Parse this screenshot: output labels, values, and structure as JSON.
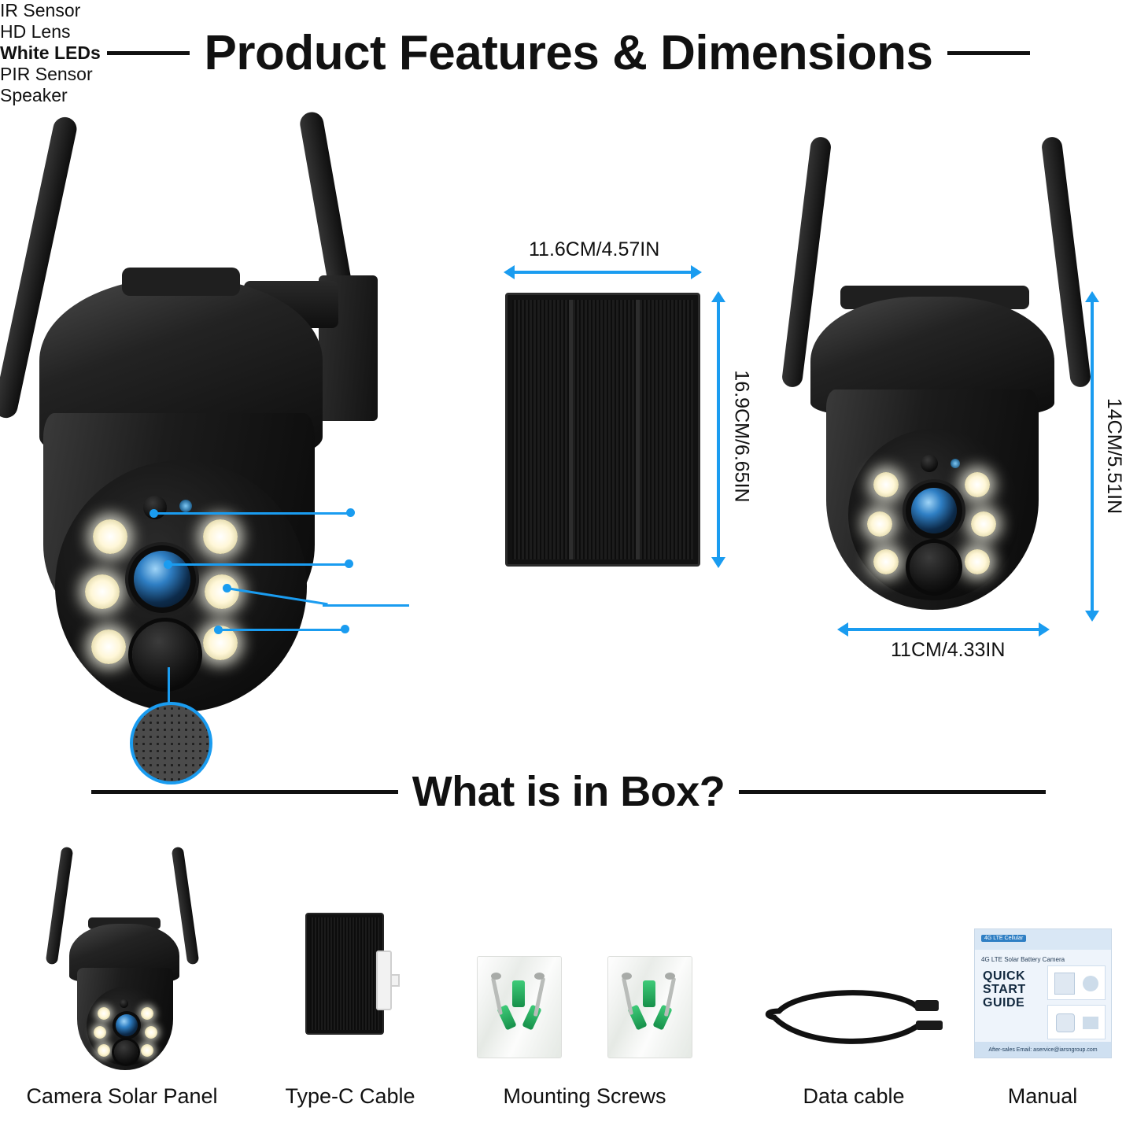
{
  "headings": {
    "features": "Product Features & Dimensions",
    "box": "What is in Box?"
  },
  "callouts": [
    {
      "id": "ir-sensor",
      "label": "IR Sensor",
      "bold": false
    },
    {
      "id": "hd-lens",
      "label": "HD Lens",
      "bold": false
    },
    {
      "id": "white-leds",
      "label": "White LEDs",
      "bold": true
    },
    {
      "id": "pir-sensor",
      "label": "PIR Sensor",
      "bold": false
    },
    {
      "id": "speaker",
      "label": "Speaker",
      "bold": false
    }
  ],
  "dimensions": {
    "panel_width": "11.6CM/4.57IN",
    "panel_height": "16.9CM/6.65IN",
    "camera_height": "14CM/5.51IN",
    "camera_width": "11CM/4.33IN"
  },
  "box_items": [
    {
      "id": "camera-solar-panel",
      "label": "Camera Solar Panel"
    },
    {
      "id": "type-c-cable",
      "label": "Type-C  Cable"
    },
    {
      "id": "mounting-screws",
      "label": "Mounting Screws"
    },
    {
      "id": "data-cable",
      "label": "Data cable"
    },
    {
      "id": "manual",
      "label": "Manual"
    }
  ],
  "manual": {
    "badge": "4G LTE Cellular",
    "subtitle": "4G LTE Solar Battery Camera",
    "title_line1": "QUICK",
    "title_line2": "START",
    "title_line3": "GUIDE",
    "footer": "After-sales Email: aservice@iarsngroup.com"
  },
  "colors": {
    "accent": "#1a9cf0",
    "text": "#111111",
    "panel_dark": "#121212",
    "anchor_green": "#18994d",
    "manual_bg": "#eef4fb"
  },
  "icons": {
    "speaker": "speaker-mesh-icon",
    "arrow_left": "arrow-left-icon",
    "arrow_right": "arrow-right-icon",
    "arrow_up": "arrow-up-icon",
    "arrow_down": "arrow-down-icon"
  }
}
